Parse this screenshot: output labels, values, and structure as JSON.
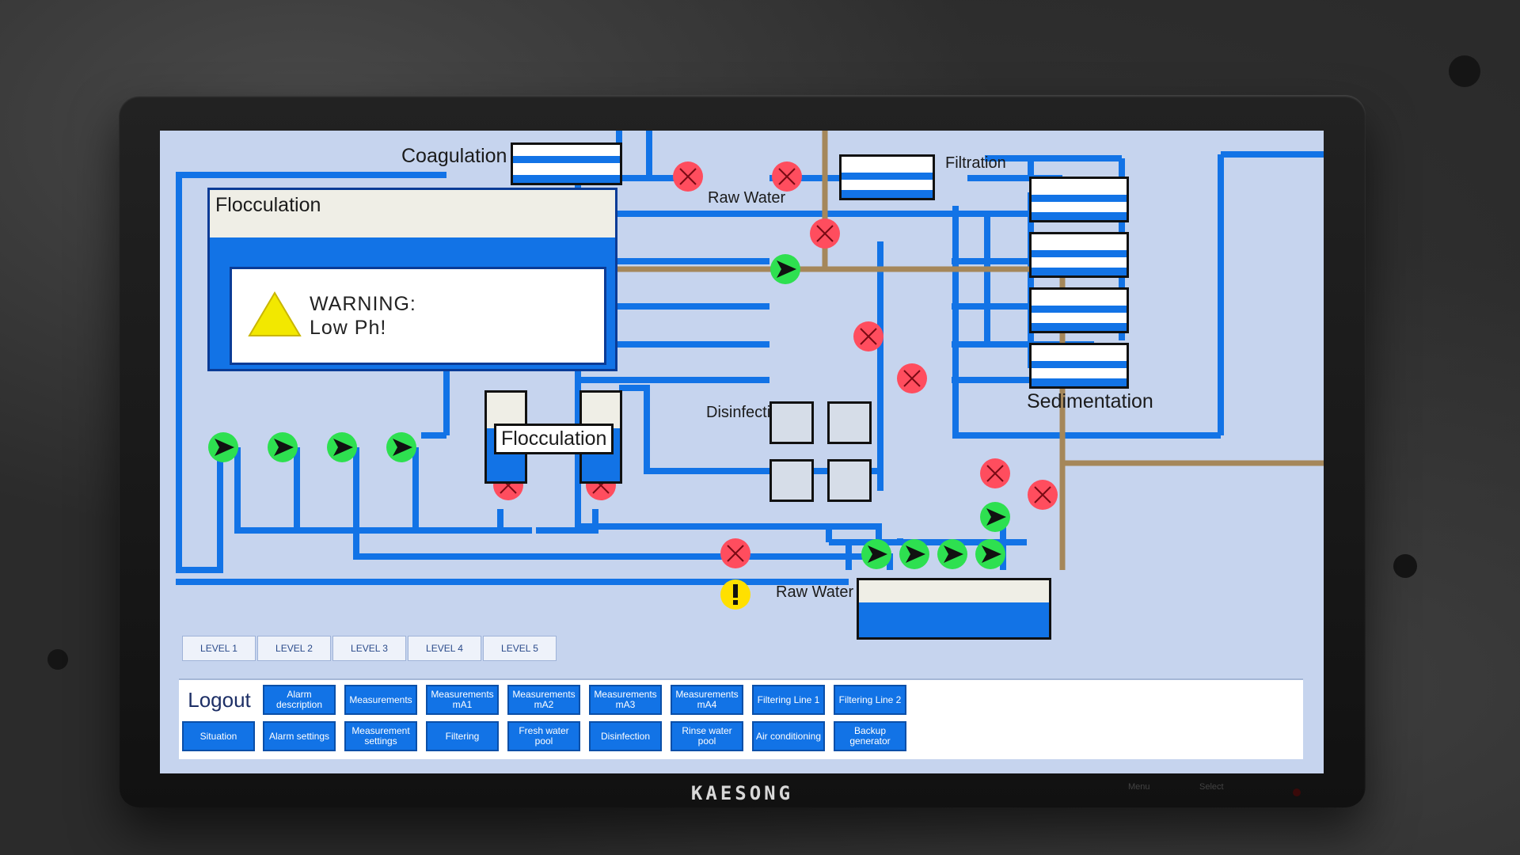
{
  "monitor": {
    "brand": "KAESONG",
    "bezel_labels": [
      "Menu",
      "Select"
    ]
  },
  "diagram": {
    "labels": {
      "coagulation": "Coagulation",
      "flocculation_main": "Flocculation",
      "flocculation_small": "Flocculation",
      "raw_water_top": "Raw Water",
      "raw_water_bottom": "Raw Water",
      "filtration": "Filtration",
      "disinfection": "Disinfection",
      "sedimentation": "Sedimentation"
    },
    "warning": {
      "title": "WARNING:",
      "message": "Low Ph!"
    },
    "status_colors": {
      "pump_running": "#2ee050",
      "valve_fault": "#ff4d5e",
      "alert": "#ffe000",
      "pipe_water": "#1273e6",
      "pipe_chemical": "#a5875a"
    }
  },
  "tabs": [
    "LEVEL 1",
    "LEVEL 2",
    "LEVEL 3",
    "LEVEL 4",
    "LEVEL 5"
  ],
  "menu": {
    "logout": "Logout",
    "row1": [
      "Alarm description",
      "Measurements",
      "Measurements mA1",
      "Measurements mA2",
      "Measurements mA3",
      "Measurements mA4",
      "Filtering Line 1",
      "Filtering Line 2"
    ],
    "row2": [
      "Situation",
      "Alarm settings",
      "Measurement settings",
      "Filtering",
      "Fresh water pool",
      "Disinfection",
      "Rinse water pool",
      "Air conditioning",
      "Backup generator"
    ]
  }
}
